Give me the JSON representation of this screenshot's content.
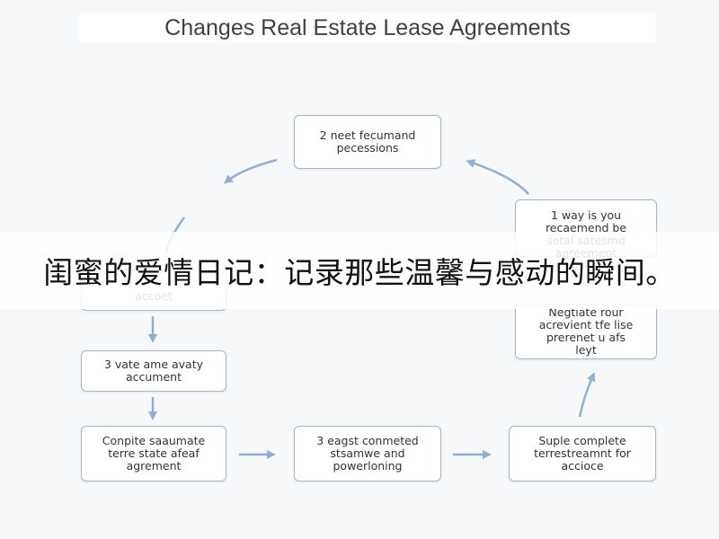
{
  "title": "Changes Real Estate Lease Agreements",
  "nodes": {
    "top": "2 neet fecumand\npecessions",
    "right_1": "1 way is you\nrecaemend be\nsetal satesmd\nagreement",
    "right_2": "Negtiate rour\nacrevient tfe lise\nprerenet u afs\nleyt",
    "left_1": "accoet",
    "left_2": "3 vate ame avaty\naccument",
    "bottom_1": "Conpite saaumate\nterre state afeaf\nagrement",
    "bottom_2": "3 eagst conmeted\nstsamwe and\npowerloning",
    "bottom_3": "Suple complete\nterrestreamnt for\naccioce"
  },
  "banner": "闺蜜的爱情日记：记录那些温馨与感动的瞬间。",
  "colors": {
    "arrow": "#8fb0d4",
    "border": "#9fb6cc",
    "banner_text": "#111111"
  }
}
